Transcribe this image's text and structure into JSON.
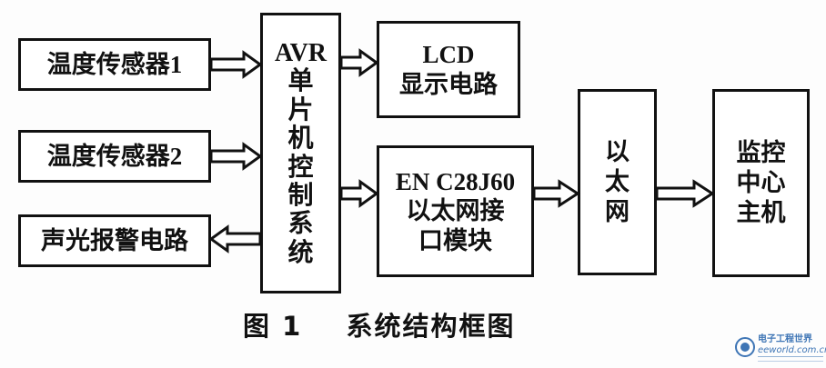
{
  "diagram": {
    "blocks": {
      "temp_sensor_1": "温度传感器1",
      "temp_sensor_2": "温度传感器2",
      "alarm_circuit": "声光报警电路",
      "mcu_system": "AVR\n单\n片\n机\n控\n制\n系\n统",
      "lcd_display": "LCD\n显示电路",
      "enc28j60_module": "EN C28J60\n以太网接\n口模块",
      "ethernet": "以\n太\n网",
      "monitoring_host": "监控\n中心\n主机"
    },
    "caption": {
      "figure_label": "图 1",
      "title": "系统结构框图"
    },
    "watermark": {
      "name": "电子工程世界",
      "site": "eeworld.com.cn"
    }
  },
  "colors": {
    "line": "#111111",
    "background": "#ffffff",
    "watermark": "#1f5faa"
  }
}
